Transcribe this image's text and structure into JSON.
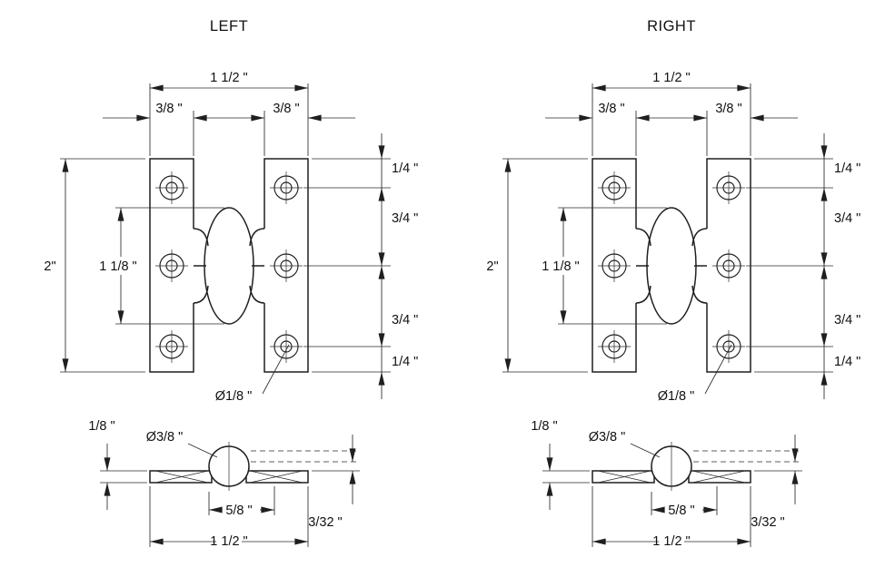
{
  "titles": {
    "left": "LEFT",
    "right": "RIGHT"
  },
  "dims": {
    "overall_width": "1 1/2 \"",
    "leaf_width": "3/8 \"",
    "height": "2\"",
    "knuckle_length": "1 1/8 \"",
    "edge_to_hole_top": "1/4 \"",
    "hole_span_upper": "3/4 \"",
    "hole_span_lower": "3/4 \"",
    "edge_to_hole_bottom": "1/4 \"",
    "screw_hole_dia": "Ø1/8 \"",
    "leaf_thickness": "1/8 \"",
    "knuckle_dia": "Ø3/8 \"",
    "knuckle_width": "5/8 \"",
    "leaf_offset": "3/32 \"",
    "overall_width_side": "1 1/2 \""
  },
  "colors": {
    "line": "#1f1f1f",
    "background": "#ffffff"
  }
}
